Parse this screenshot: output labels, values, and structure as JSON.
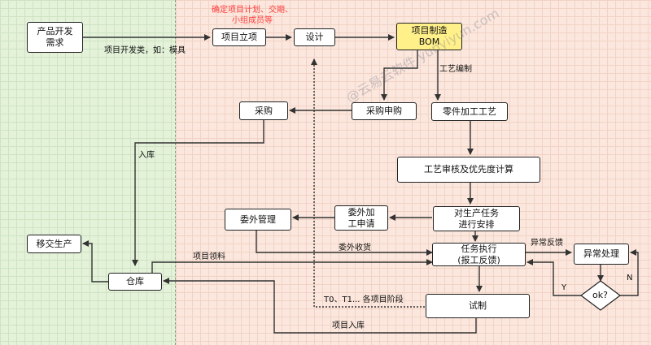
{
  "nodes": {
    "product_dev_need": "产品开发\n需求",
    "project_setup": "项目立项",
    "design": "设计",
    "project_bom": "项目制造\nBOM",
    "purchase_request": "采购申购",
    "purchase": "采购",
    "part_process": "零件加工工艺",
    "process_review": "工艺审核及优先度计算",
    "production_schedule": "对生产任务\n进行安排",
    "outsource_request": "委外加\n工申请",
    "outsource_mgmt": "委外管理",
    "task_execution": "任务执行\n(报工反馈)",
    "exception_handling": "异常处理",
    "decision_ok": "ok?",
    "warehouse": "仓库",
    "transfer_production": "移交生产",
    "trial_production": "试制"
  },
  "labels": {
    "plan_note": "确定项目计划、交期、\n小组成员等",
    "dev_type": "项目开发类，如：模具",
    "process_compile": "工艺编制",
    "inbound": "入库",
    "outsource_receive": "委外收货",
    "exception_feedback": "异常反馈",
    "material_pick": "项目领料",
    "yes": "Y",
    "no": "N",
    "stages": "T0、T1... 各项目阶段",
    "project_inbound": "项目入库",
    "watermark": "@云易云软件 yunyiyun.com"
  },
  "colors": {
    "left_zone": "#e3f2d9",
    "right_zone": "#fbe7dd",
    "bom_fill": "#fff08a",
    "note_red": "#ff3c3c",
    "line": "#333333"
  }
}
